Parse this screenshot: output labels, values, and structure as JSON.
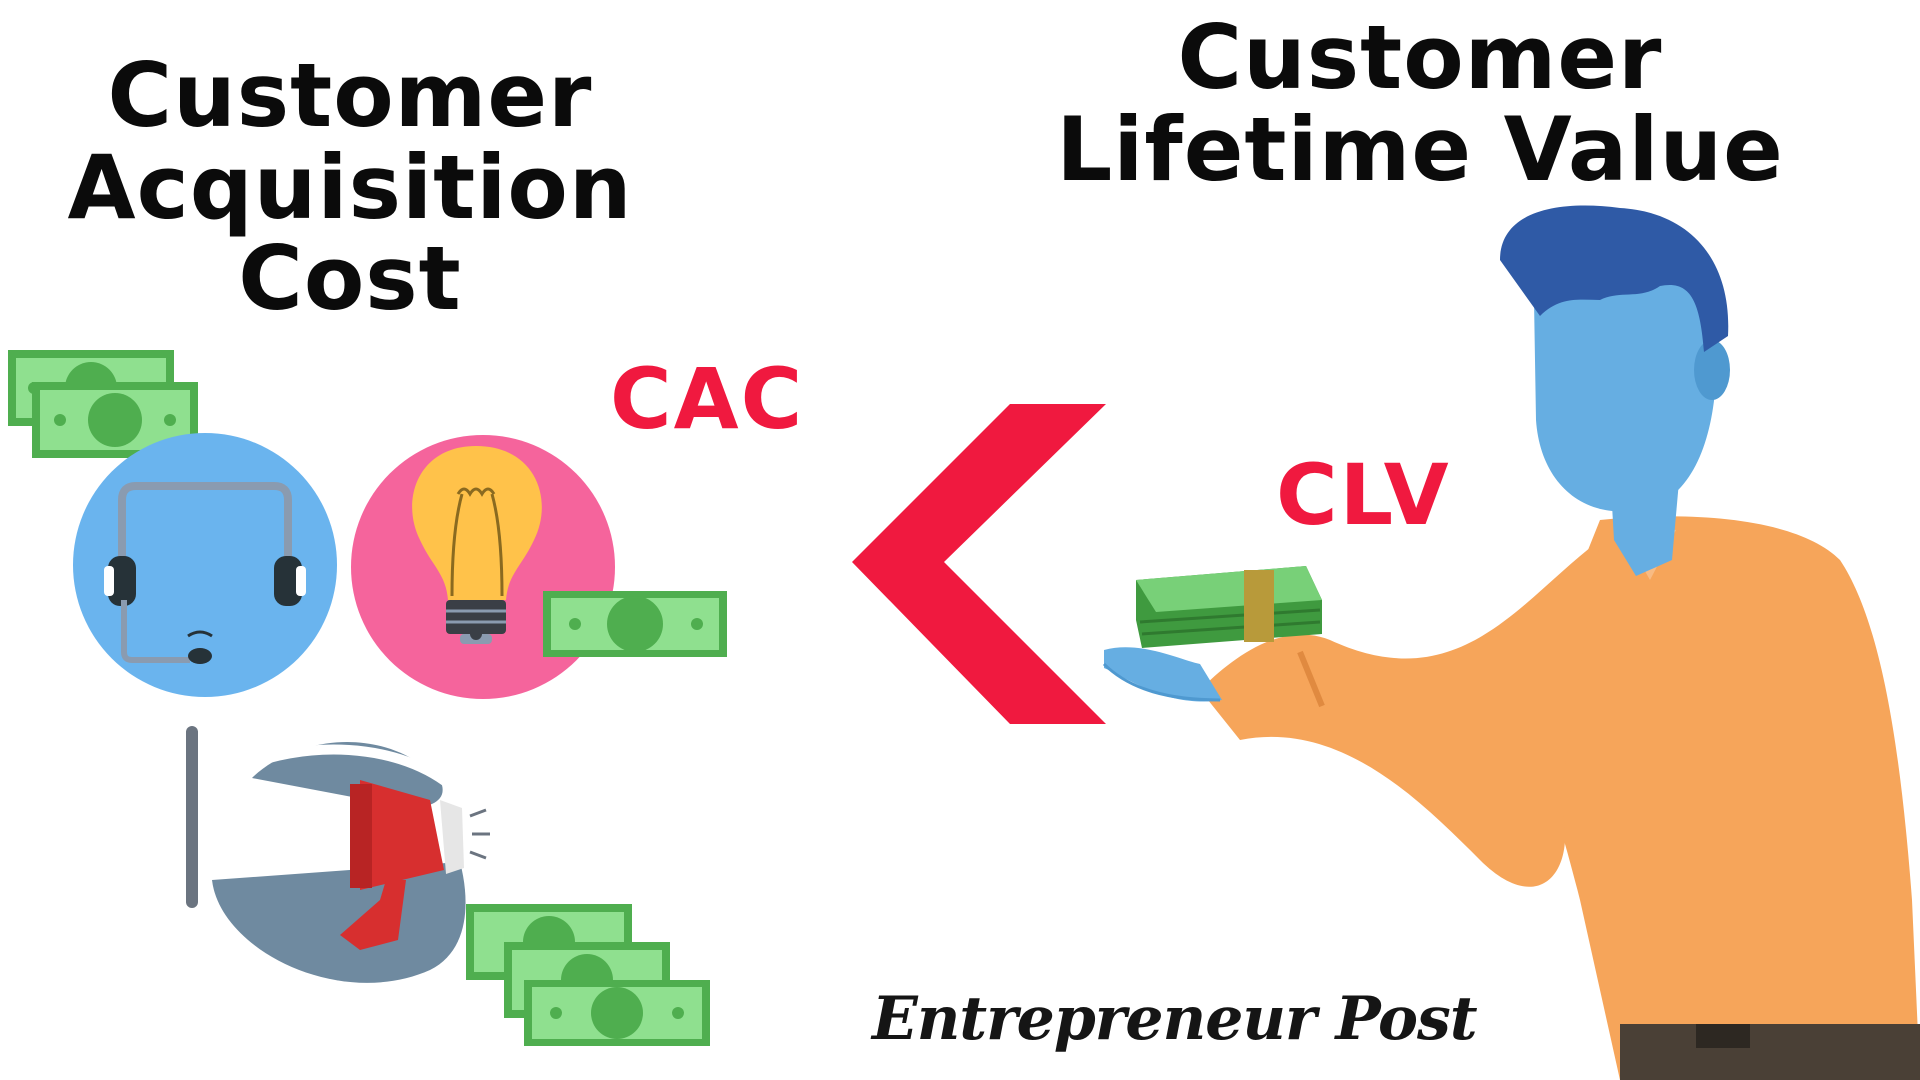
{
  "left_title": {
    "line1": "Customer",
    "line2": "Acquisition",
    "line3": "Cost"
  },
  "right_title": {
    "line1": "Customer",
    "line2": "Lifetime Value"
  },
  "cac_label": "CAC",
  "clv_label": "CLV",
  "brand": "Entrepreneur Post",
  "colors": {
    "accent_red": "#f0193f",
    "money_green": "#6ccc6c",
    "money_dark": "#3f9a3f",
    "blue_circle": "#6ab4ee",
    "pink_circle": "#f5649c",
    "bulb_yellow": "#ffc24a",
    "megaphone_red": "#d72f2f",
    "man_skin": "#66aee2",
    "man_hair": "#2f5aa6",
    "shirt_orange": "#f6a55a"
  },
  "icons": [
    "headset-agent-icon",
    "lightbulb-icon",
    "megaphone-icon",
    "money-bill-icon",
    "less-than-chevron-icon",
    "money-stack-icon",
    "businessman-illustration"
  ]
}
